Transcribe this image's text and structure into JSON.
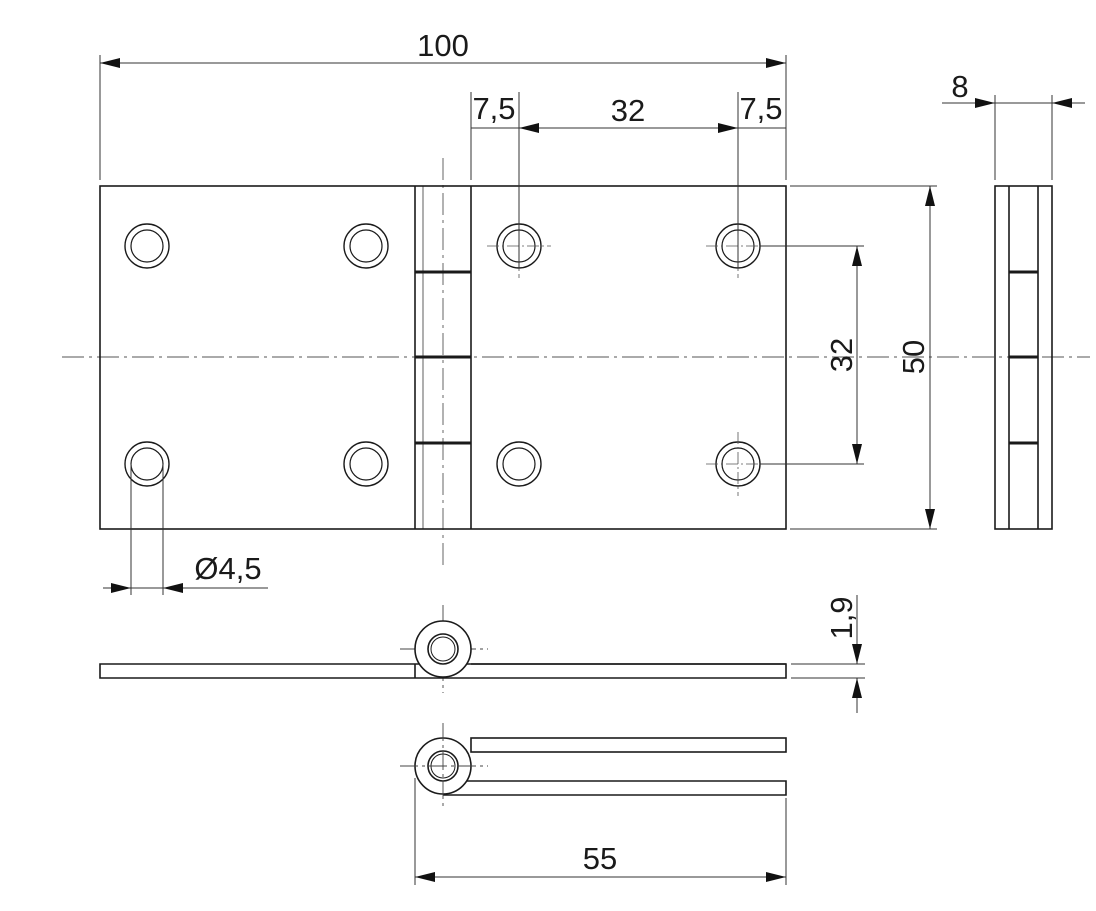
{
  "drawing": {
    "dimensions": {
      "overall_length": "100",
      "hole_offset_left": "7,5",
      "hole_spacing_horizontal": "32",
      "hole_offset_right": "7,5",
      "thickness_closed": "8",
      "hole_spacing_vertical": "32",
      "overall_height": "50",
      "hole_diameter": "Ø4,5",
      "leaf_thickness": "1,9",
      "leaf_width": "55"
    }
  }
}
